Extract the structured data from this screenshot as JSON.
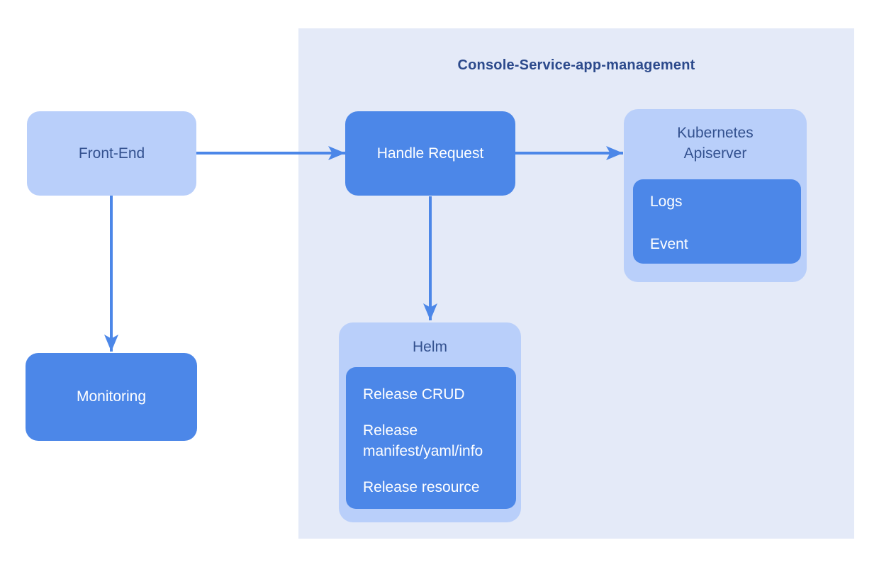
{
  "group": {
    "title": "Console-Service-app-management"
  },
  "nodes": {
    "front_end": {
      "label": "Front-End"
    },
    "handle_request": {
      "label": "Handle Request"
    },
    "monitoring": {
      "label": "Monitoring"
    },
    "kubernetes_apiserver": {
      "title_lines": [
        "Kubernetes",
        "Apiserver"
      ],
      "items": [
        "Logs",
        "Event"
      ]
    },
    "helm": {
      "title": "Helm",
      "items": [
        {
          "lines": [
            "Release CRUD"
          ]
        },
        {
          "lines": [
            "Release",
            "manifest/yaml/info"
          ]
        },
        {
          "lines": [
            "Release resource"
          ]
        }
      ]
    }
  },
  "edges": [
    {
      "from": "Front-End",
      "to": "Handle Request"
    },
    {
      "from": "Handle Request",
      "to": "Kubernetes Apiserver"
    },
    {
      "from": "Front-End",
      "to": "Monitoring"
    },
    {
      "from": "Handle Request",
      "to": "Helm"
    }
  ],
  "colors": {
    "node_primary": "#4C87E8",
    "node_light": "#B9CFFA",
    "group_bg": "#E4EAF8",
    "label_dark": "#33518F",
    "title_dark": "#2C4A8C",
    "label_light": "#FFFFFF",
    "arrow": "#4C87E8",
    "page_bg": "#FFFFFF"
  }
}
